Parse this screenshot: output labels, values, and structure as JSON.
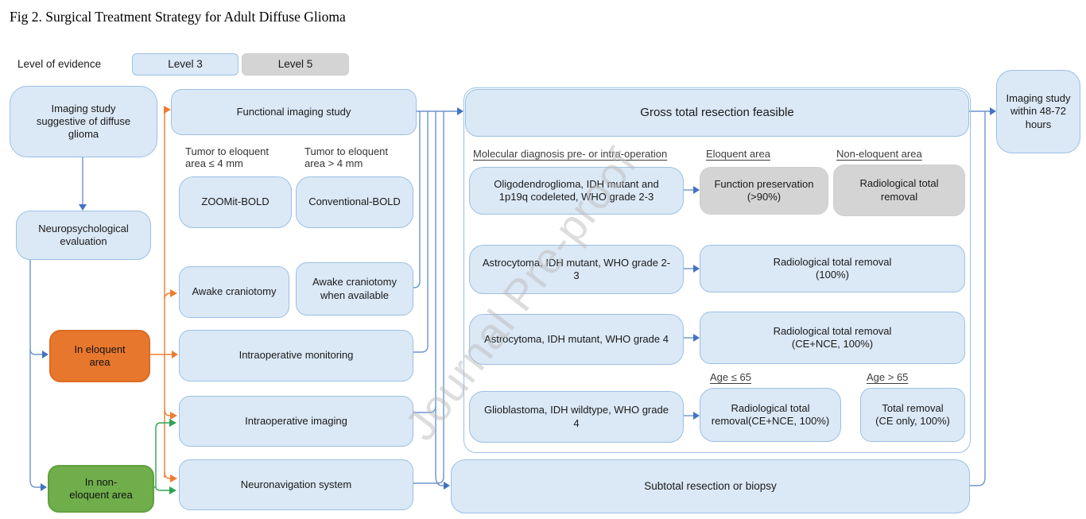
{
  "title": "Fig 2. Surgical Treatment Strategy for Adult Diffuse Glioma",
  "legend": {
    "label": "Level of evidence",
    "level3": "Level 3",
    "level5": "Level 5"
  },
  "watermark": "Journal Pre-proof",
  "colors": {
    "box_blue_fill": "#dbe8f6",
    "box_blue_border": "#9cc0e4",
    "box_gray_fill": "#d4d4d4",
    "eloquent_orange": "#e8772e",
    "non_eloquent_green": "#6fae4a",
    "arrow_blue": "#4472c4",
    "arrow_orange": "#ed7d31",
    "arrow_green": "#2fa353"
  },
  "left": {
    "imaging_study": "Imaging study\nsuggestive of diffuse\nglioma",
    "neuropsych": "Neuropsychological\nevaluation",
    "eloquent": "In eloquent\narea",
    "non_eloquent": "In non-\neloquent area"
  },
  "middle": {
    "functional": "Functional imaging  study",
    "tumor_le": "Tumor to eloquent\narea ≤ 4 mm",
    "tumor_gt": "Tumor to eloquent\narea > 4 mm",
    "zoomit": "ZOOMit-BOLD",
    "conventional": "Conventional-BOLD",
    "awake": "Awake craniotomy",
    "awake_available": "Awake craniotomy\nwhen available",
    "monitoring": "Intraoperative monitoring",
    "intraop_imaging": "Intraoperative imaging",
    "neuronavigation": "Neuronavigation system"
  },
  "gtr": {
    "header": "Gross total resection feasible",
    "molecular_label": "Molecular diagnosis pre- or intra-operation",
    "eloquent_label": "Eloquent area",
    "non_eloquent_label": "Non-eloquent area",
    "row1": {
      "source": "Oligodendroglioma, IDH mutant and\n1p19q codeleted, WHO grade 2-3",
      "eloquent_result": "Function preservation\n(>90%)",
      "non_eloquent_result": "Radiological total\nremoval"
    },
    "row2": {
      "source": "Astrocytoma, IDH mutant, WHO grade 2-\n3",
      "result": "Radiological total removal\n(100%)"
    },
    "row3": {
      "source": "Astrocytoma, IDH mutant, WHO grade 4",
      "result": "Radiological total removal\n(CE+NCE, 100%)"
    },
    "row4": {
      "source": "Glioblastoma, IDH wildtype, WHO grade\n4",
      "age_le_label": "Age ≤ 65",
      "age_gt_label": "Age > 65",
      "age_le_result": "Radiological total\nremoval(CE+NCE, 100%)",
      "age_gt_result": "Total removal\n(CE only, 100%)"
    }
  },
  "subtotal": "Subtotal resection or biopsy",
  "followup": "Imaging study\nwithin 48-72\nhours"
}
